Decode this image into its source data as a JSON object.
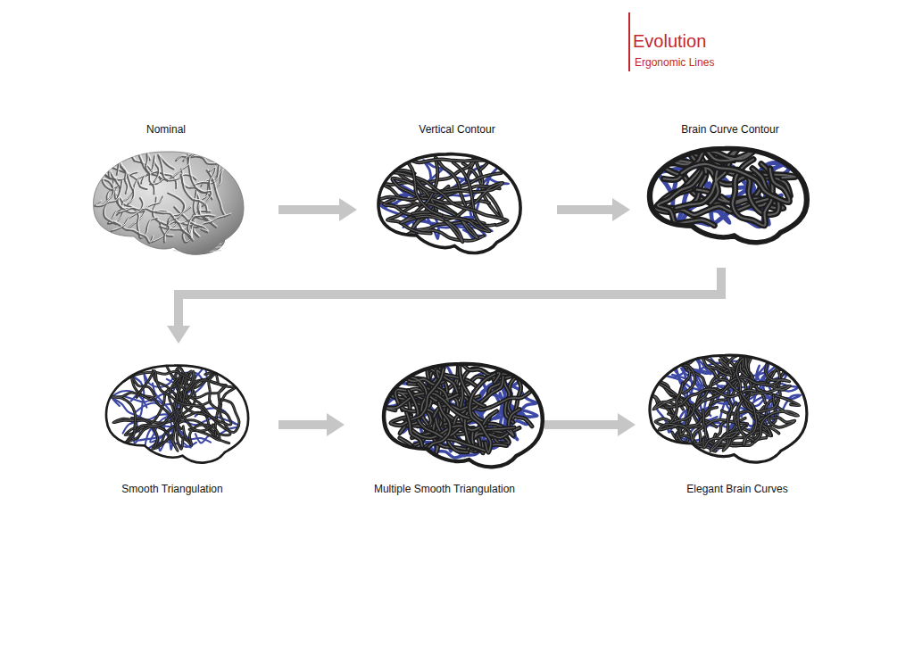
{
  "diagram": {
    "title": "Evolution",
    "nodes": [
      {
        "text": [
          "Nominal"
        ]
      },
      {
        "text": [
          "Vertical Contour"
        ]
      },
      {
        "text": [
          "Brain Curve Contour"
        ]
      },
      {
        "text": [
          "Smooth Triangulation"
        ]
      },
      {
        "text": [
          "Multiple Smooth Triangulation"
        ]
      },
      {
        "text": [
          "Elegant Brain Curves"
        ]
      }
    ],
    "edges": [
      {
        "from": 0,
        "to": 1,
        "arrow": "to"
      },
      {
        "from": 1,
        "to": 2,
        "arrow": "to"
      },
      {
        "from": 2,
        "to": 3,
        "arrow": "to"
      },
      {
        "from": 3,
        "to": 4,
        "arrow": "to"
      },
      {
        "from": 4,
        "to": 5,
        "arrow": "to"
      }
    ],
    "labels": [
      "Ergonomic Lines"
    ]
  }
}
